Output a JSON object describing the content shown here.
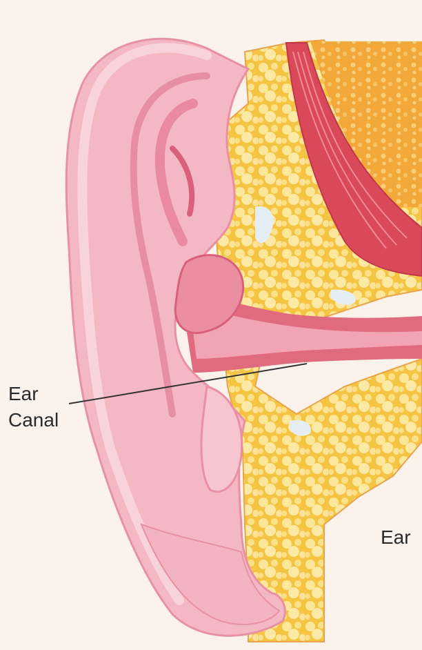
{
  "labels": {
    "ear_canal_line1": "Ear",
    "ear_canal_line2": "Canal",
    "ear_right": "Ear"
  },
  "colors": {
    "background": "#fbf2ec",
    "pinna": "#f4b8c4",
    "pinna_dark": "#e88ea2",
    "pinna_light": "#f9d3dc",
    "canal_red": "#e06a7e",
    "fat_base": "#f7c948",
    "fat_light": "#fde79a",
    "fat_orange": "#f2a93a",
    "muscle": "#d9495a",
    "leader_line": "#333333"
  }
}
